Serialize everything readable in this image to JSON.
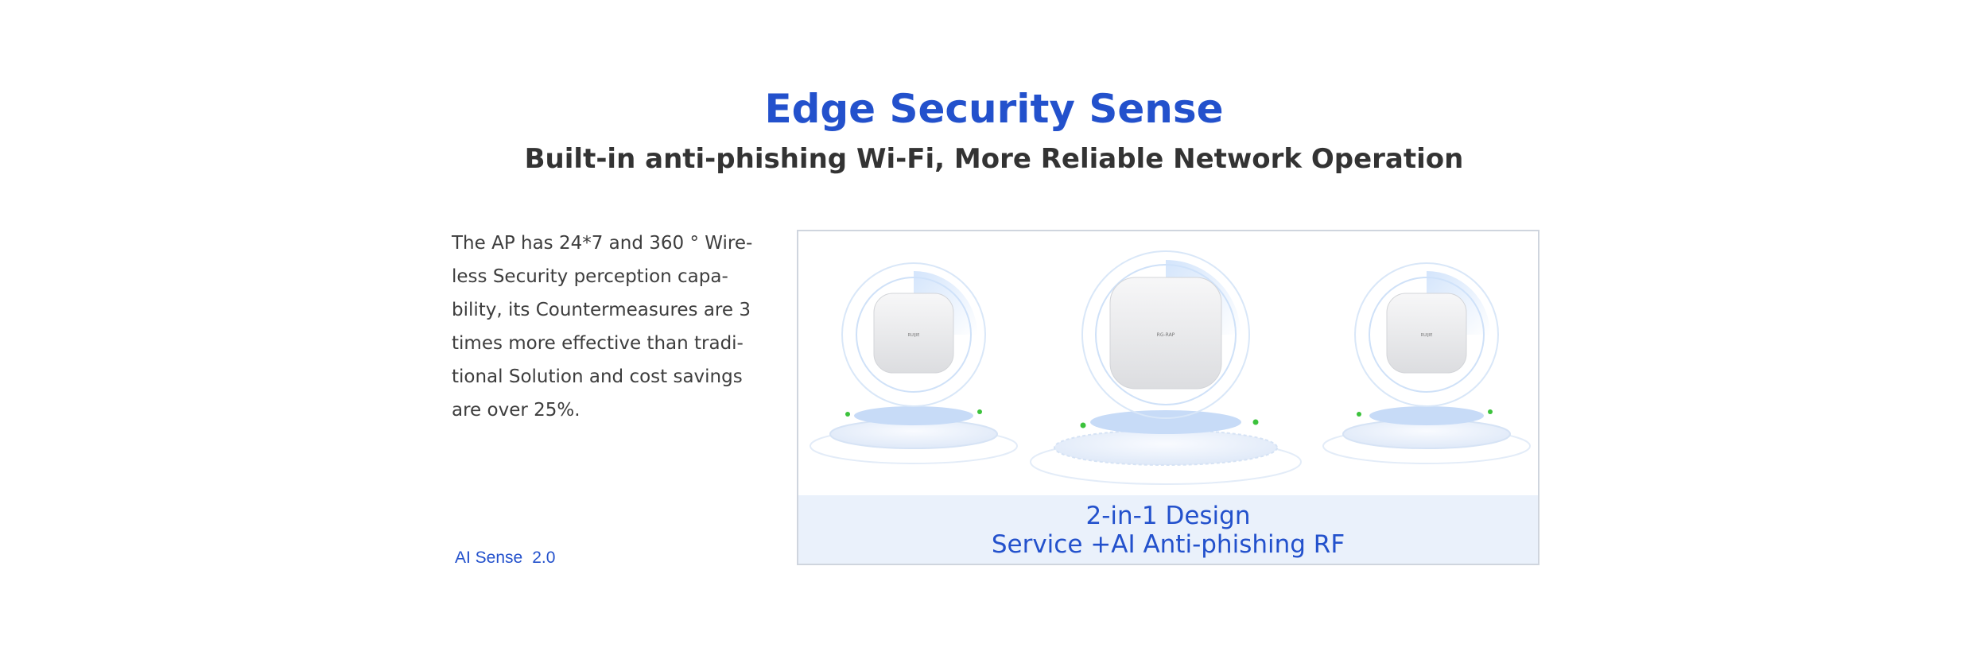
{
  "header": {
    "title": "Edge Security Sense",
    "subtitle": "Built-in anti-phishing Wi-Fi, More Reliable Network Operation"
  },
  "description": {
    "text": "The AP has 24*7 and 360 ° Wire-less Security perception capa-bility, its Countermeasures are 3 times more effective than tradi-tional Solution and cost savings are over 25%."
  },
  "badge": {
    "label": "AI Sense",
    "version": "2.0"
  },
  "product_panel": {
    "caption_line1": "2-in-1 Design",
    "caption_line2": "Service +AI Anti-phishing RF",
    "device_brand": "RUIJIE",
    "device_model": "RG-RAP",
    "device_count": 3
  },
  "colors": {
    "accent": "#2351cc",
    "heading": "#333333",
    "caption_bg": "#eaf1fb",
    "status_led": "#3cc23c"
  }
}
